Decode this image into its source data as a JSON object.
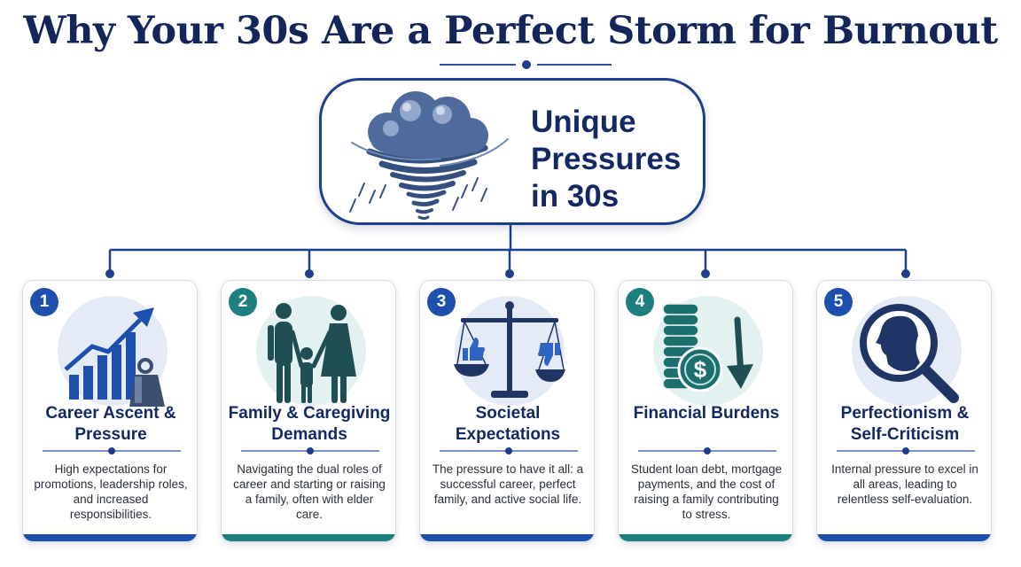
{
  "title": "Why Your 30s Are a Perfect Storm for Burnout",
  "colors": {
    "navy": "#14255a",
    "blue": "#1d4fae",
    "teal": "#1d7f7f"
  },
  "hub": {
    "label": "Unique Pressures in 30s",
    "icon": "storm-tornado-icon"
  },
  "cards": [
    {
      "number": "1",
      "title": "Career Ascent & Pressure",
      "description": "High expectations for promotions, leadership roles, and increased responsibilities.",
      "icon": "rising-chart-weight-icon",
      "accent": "#1d4fae"
    },
    {
      "number": "2",
      "title": "Family & Caregiving Demands",
      "description": "Navigating the dual roles of career and starting or raising a family, often with elder care.",
      "icon": "family-icon",
      "accent": "#1d7f7f"
    },
    {
      "number": "3",
      "title": "Societal Expectations",
      "description": "The pressure to have it all: a successful career, perfect family, and active social life.",
      "icon": "balance-scale-icon",
      "accent": "#1d4fae"
    },
    {
      "number": "4",
      "title": "Financial Burdens",
      "description": "Student loan debt, mortgage payments, and the cost of raising a family contributing to stress.",
      "icon": "coins-down-arrow-icon",
      "accent": "#1d7f7f"
    },
    {
      "number": "5",
      "title": "Perfectionism & Self-Criticism",
      "description": "Internal pressure to excel in all areas, leading to relentless self-evaluation.",
      "icon": "magnifier-profile-icon",
      "accent": "#1d4fae"
    }
  ]
}
